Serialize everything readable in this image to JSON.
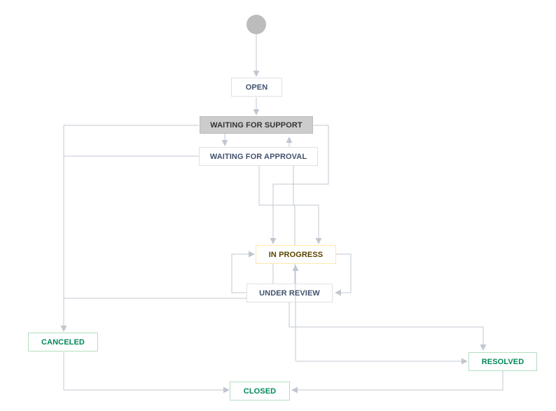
{
  "diagram": {
    "statuses": {
      "open": "OPEN",
      "waiting_for_support": "WAITING FOR SUPPORT",
      "waiting_for_approval": "WAITING FOR APPROVAL",
      "in_progress": "IN PROGRESS",
      "under_review": "UNDER REVIEW",
      "canceled": "CANCELED",
      "resolved": "RESOLVED",
      "closed": "CLOSED"
    },
    "selected_status": "waiting_for_support",
    "colors": {
      "line": "#c1c7d0",
      "start": "#bcbcbc",
      "selected_fill": "#cccccc",
      "todo_text": "#42526e",
      "todo_border": "#dfe1e6",
      "progress_text": "#594300",
      "progress_border": "#ffe7a8",
      "done_text": "#00875a",
      "done_border": "#b3dfc1"
    }
  }
}
